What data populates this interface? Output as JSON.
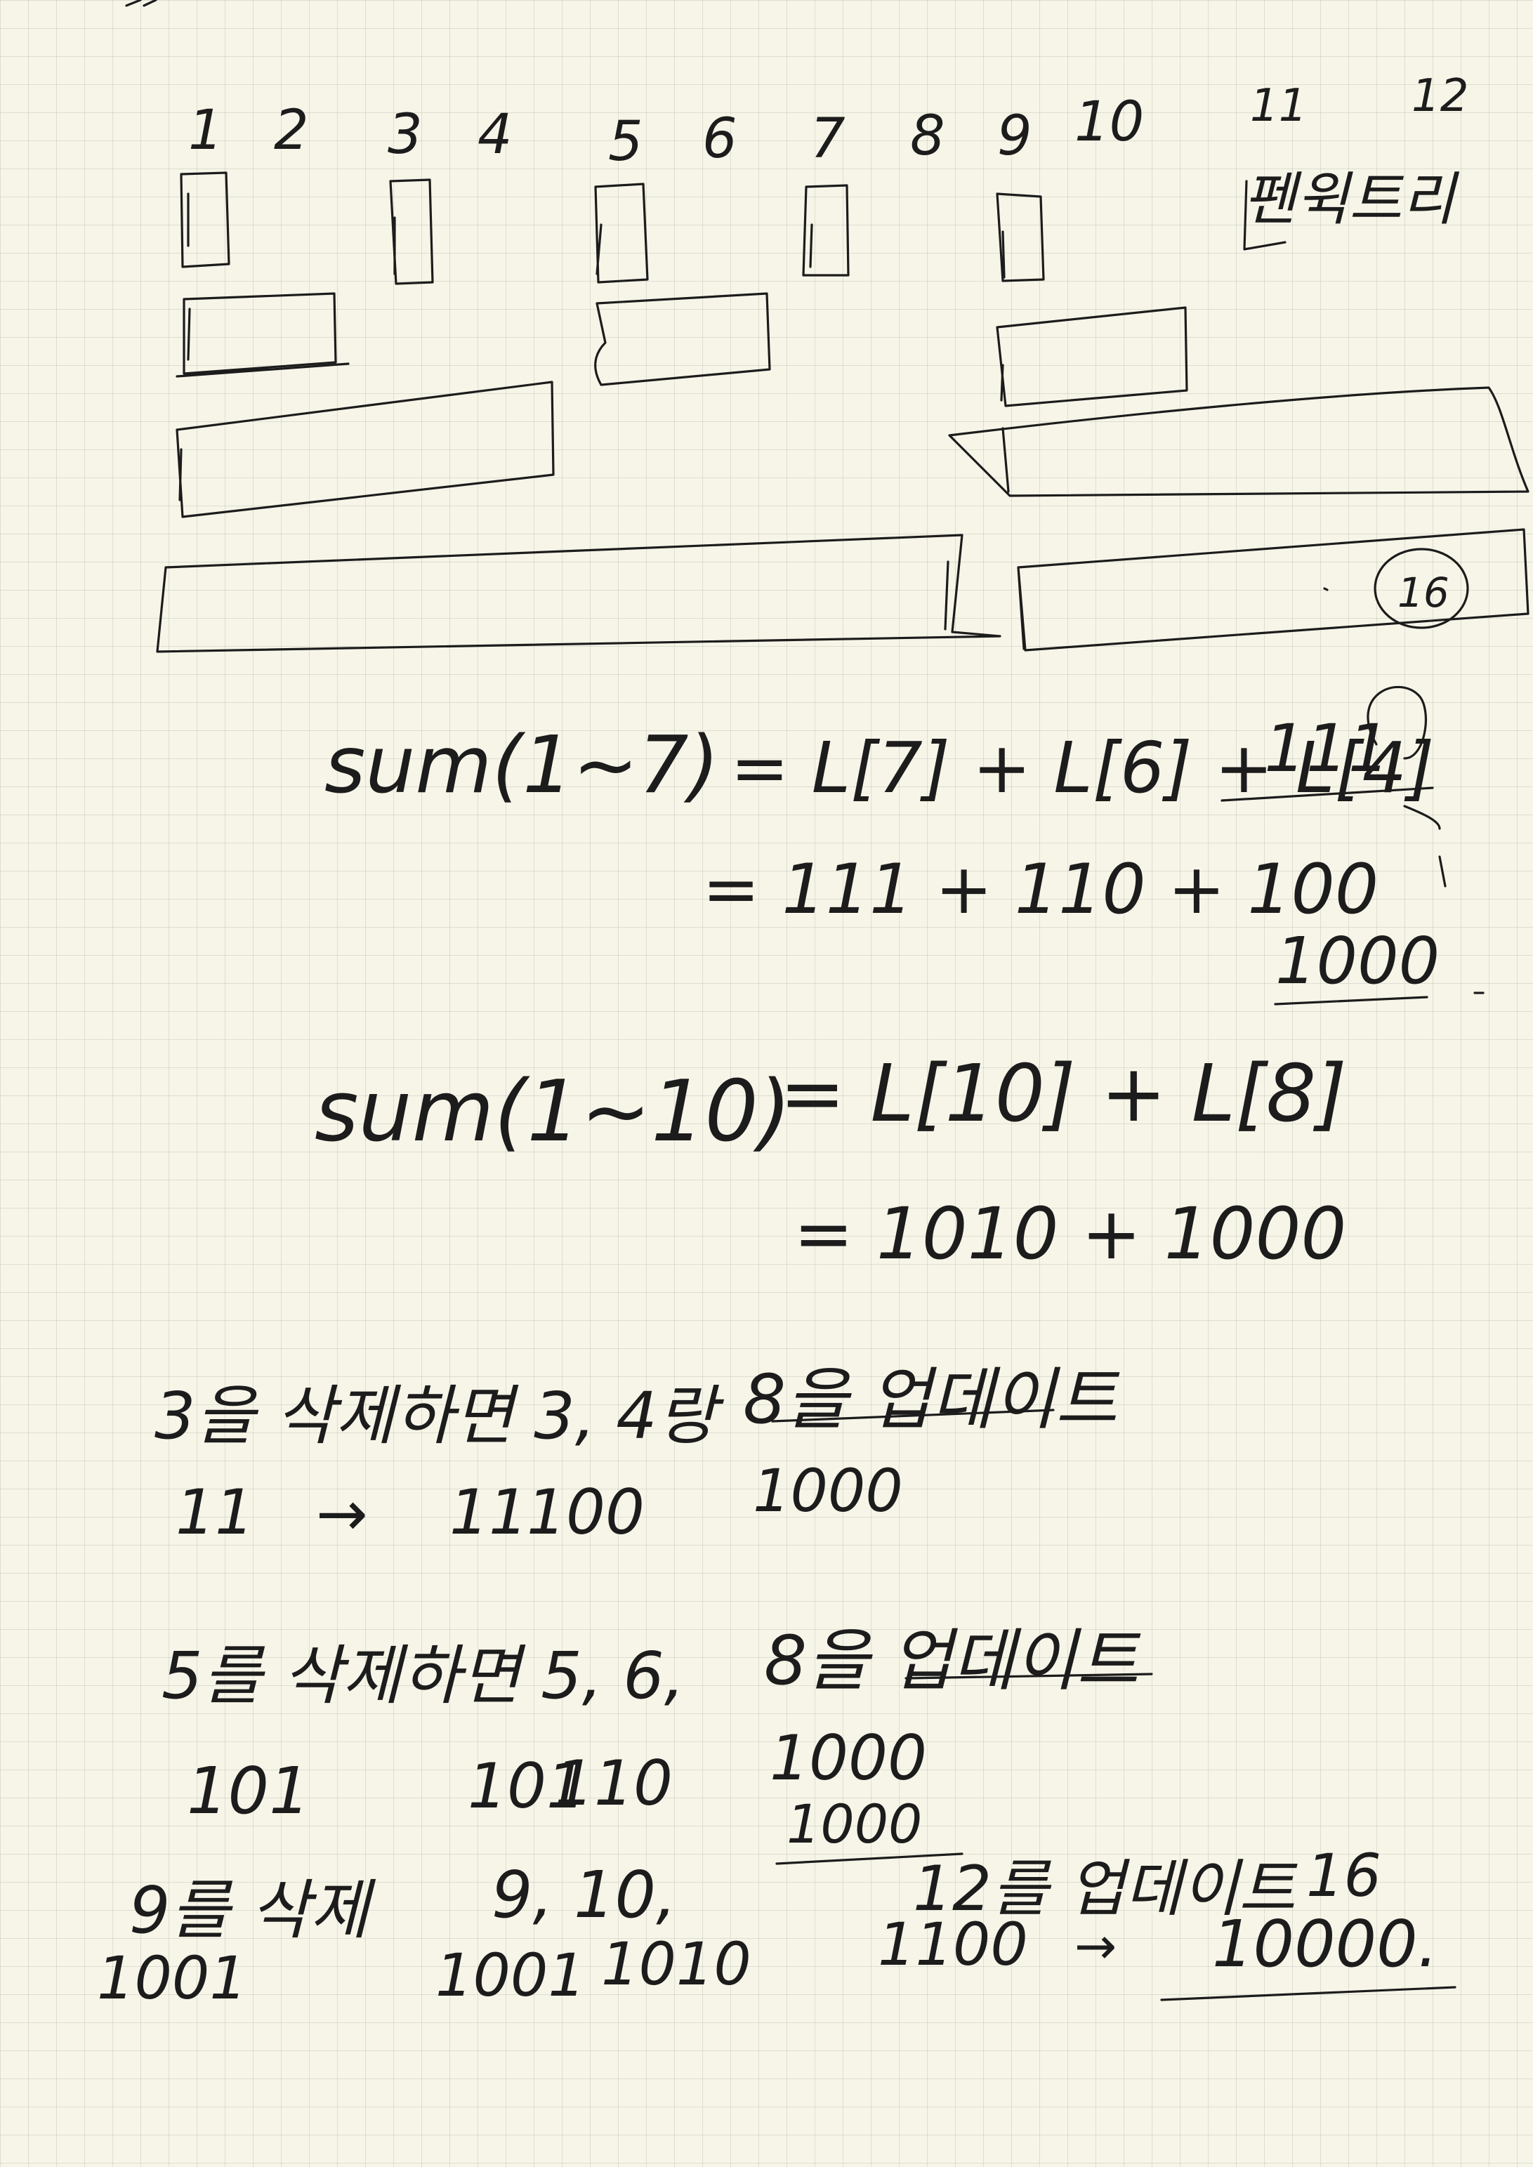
{
  "index_row": [
    "1",
    "2",
    "3",
    "4",
    "5",
    "6",
    "7",
    "8",
    "9",
    "10",
    "11",
    "12"
  ],
  "tree_title": "펜윅트리",
  "circled_value": "16",
  "sum_7": {
    "lhs": "sum(1~7)",
    "rhs": "= L[7] + L[6] + L[4]",
    "expansion": "= 111 + 110 + 100",
    "side_value": "111",
    "carry_result": "1000"
  },
  "sum_10": {
    "lhs": "sum(1~10)",
    "rhs": "= L[10] + L[8]",
    "expansion": "= 1010 + 1000"
  },
  "update_3": {
    "line": "3을 삭제하면 3, 4랑",
    "target": "8을 업데이트",
    "bits": [
      "11",
      "→",
      "11",
      "100",
      "1000"
    ]
  },
  "update_5": {
    "line": "5를 삭제하면 5, 6,",
    "target": "8을 업데이트",
    "bits": [
      "101",
      "101",
      "110",
      "1000"
    ]
  },
  "update_9": {
    "line": "9를 삭제",
    "indices": "9, 10,",
    "stacked": "1000",
    "target": "12를 업데이트",
    "final_index": "16",
    "bits": [
      "1001",
      "1001",
      "1010",
      "1100",
      "→",
      "10000."
    ]
  }
}
